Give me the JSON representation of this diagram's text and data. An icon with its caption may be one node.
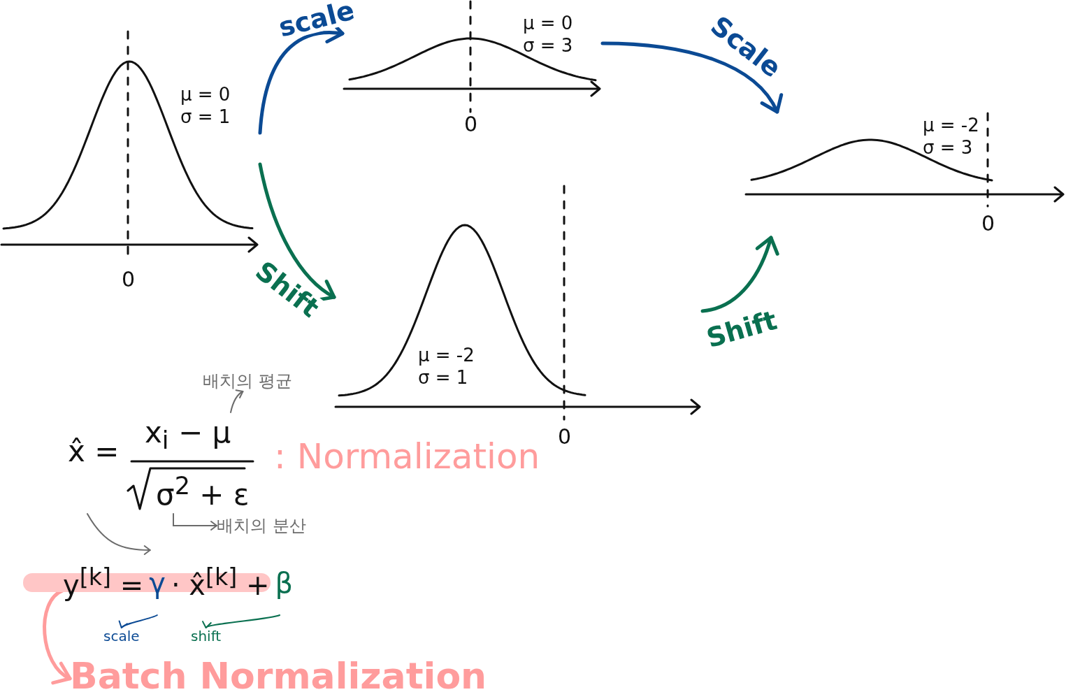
{
  "diagram": {
    "nodes": [
      {
        "text": [
          "μ = 0",
          "σ = 1",
          "0"
        ]
      },
      {
        "text": [
          "μ = 0",
          "σ = 3",
          "0"
        ]
      },
      {
        "text": [
          "μ = -2",
          "σ = 1",
          "0"
        ]
      },
      {
        "text": [
          "μ = -2",
          "σ = 3",
          "0"
        ]
      },
      {
        "text": [
          "x̂ =",
          "x$_{i}$ − μ",
          "σ$^{2}$ + ε"
        ]
      },
      {
        "text": [
          "배치의 평균"
        ]
      },
      {
        "text": [
          "배치의 분산"
        ]
      },
      {
        "text": [
          "y$^{[k]}$ =",
          "γ",
          "· x̂$^{[k]}$ +",
          "β"
        ]
      },
      {
        "text": [
          "scale"
        ]
      },
      {
        "text": [
          "shift"
        ]
      },
      {
        "text": [
          "Batch Normalization"
        ]
      }
    ],
    "edges": [
      {
        "from": 0,
        "to": 1,
        "arrow": "to",
        "label": "scale",
        "style": "thick",
        "color": "#0b4a94"
      },
      {
        "from": 0,
        "to": 2,
        "arrow": "to",
        "label": "Shift",
        "style": "thick",
        "color": "#0a7050"
      },
      {
        "from": 1,
        "to": 3,
        "arrow": "to",
        "label": "Scale",
        "style": "thick",
        "color": "#0b4a94"
      },
      {
        "from": 2,
        "to": 3,
        "arrow": "to",
        "label": "Shift",
        "style": "thick",
        "color": "#0a7050"
      },
      {
        "from": 4,
        "to": 5,
        "arrow": "to",
        "color": "#6b6b6b"
      },
      {
        "from": 4,
        "to": 6,
        "arrow": "to",
        "color": "#6b6b6b"
      },
      {
        "from": 4,
        "to": 7,
        "arrow": "to",
        "color": "#6b6b6b"
      },
      {
        "from": 7,
        "to": 8,
        "arrow": "to",
        "color": "#0b4a94"
      },
      {
        "from": 7,
        "to": 9,
        "arrow": "to",
        "color": "#0a7050"
      },
      {
        "from": 7,
        "to": 10,
        "arrow": "to",
        "style": "thick",
        "color": "#ff9c9c"
      }
    ],
    "labels": [
      ": Normalization"
    ]
  }
}
